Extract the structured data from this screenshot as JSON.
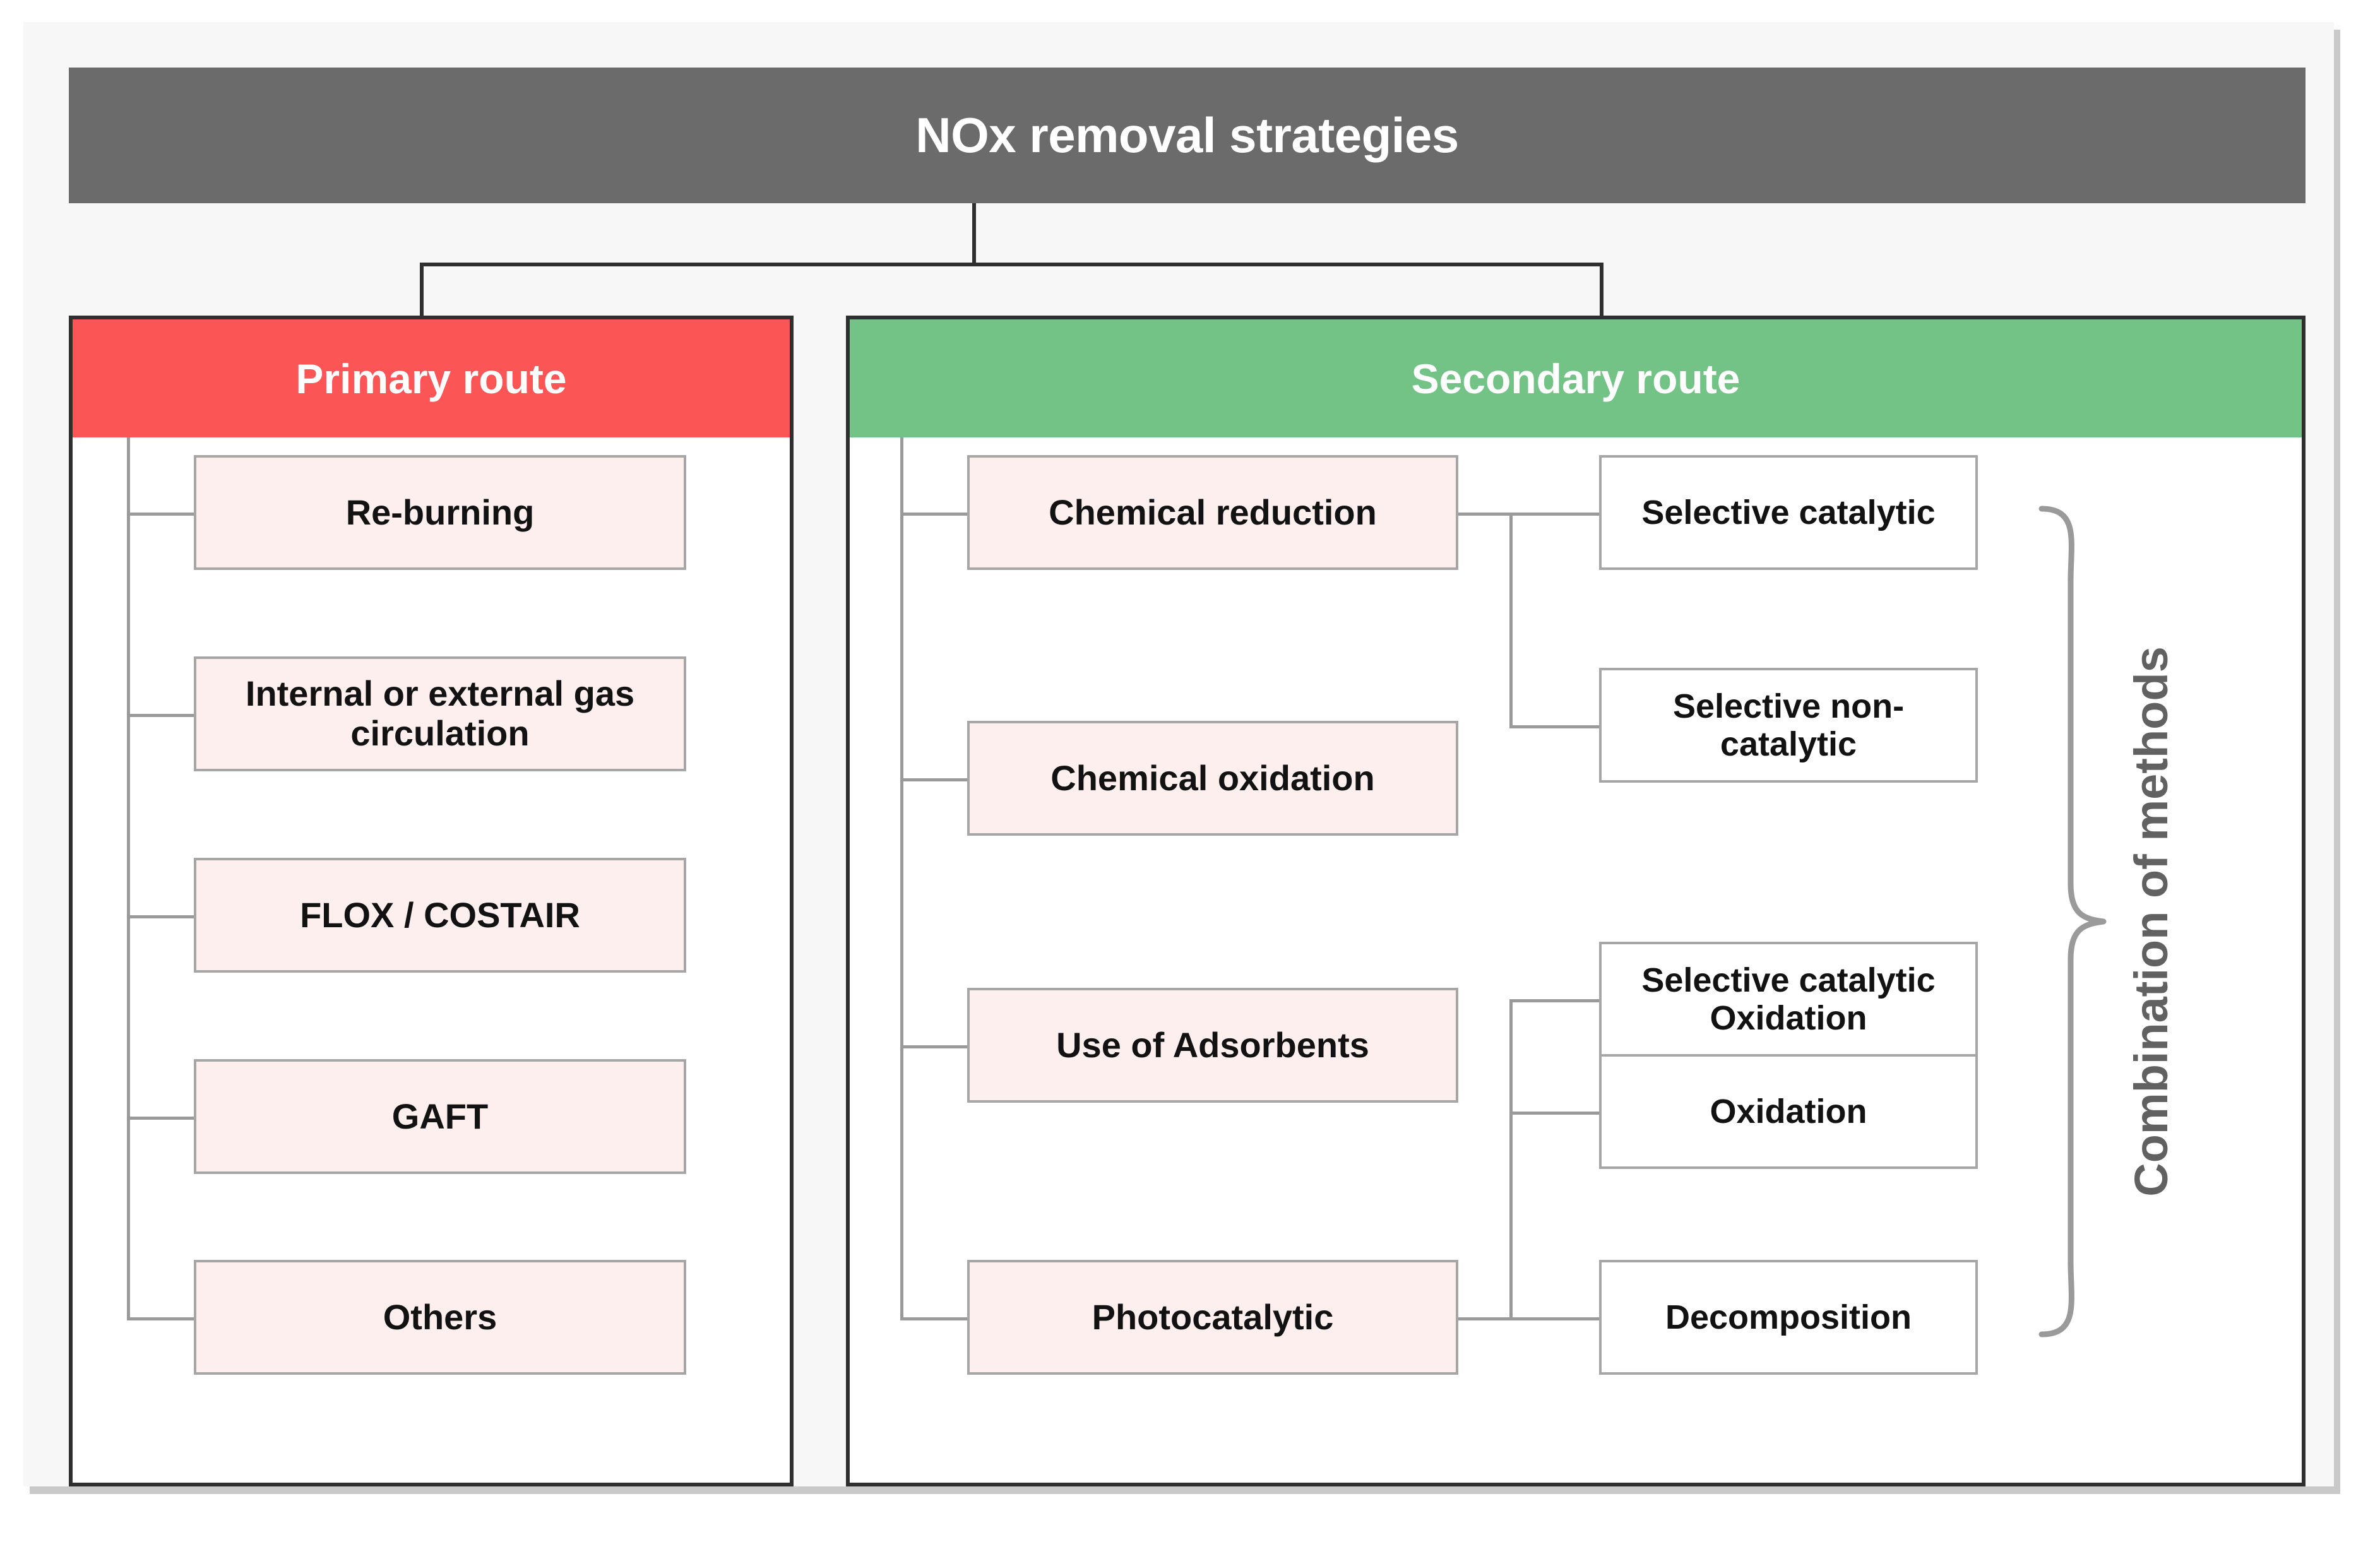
{
  "diagram": {
    "title": "NOx removal strategies",
    "annotation": "Combination of methods",
    "colors": {
      "title_bar": "#6b6b6b",
      "primary_header": "#fb5555",
      "secondary_header": "#74c386",
      "node_pink": "#fcefee",
      "node_white": "#ffffff",
      "connector": "#9a9a9a",
      "panel_border": "#2f2f2f",
      "annotation_text": "#616161",
      "canvas": "#f7f7f7"
    },
    "branches": [
      {
        "key": "primary",
        "header": "Primary route",
        "nodes": [
          {
            "label": "Re-burning"
          },
          {
            "label": "Internal or external gas circulation"
          },
          {
            "label": "FLOX / COSTAIR"
          },
          {
            "label": "GAFT"
          },
          {
            "label": "Others"
          }
        ]
      },
      {
        "key": "secondary",
        "header": "Secondary route",
        "nodes": [
          {
            "label": "Chemical reduction"
          },
          {
            "label": "Chemical oxidation"
          },
          {
            "label": "Use of Adsorbents"
          },
          {
            "label": "Photocatalytic"
          }
        ],
        "leaves": [
          {
            "label": "Selective catalytic"
          },
          {
            "label": "Selective non-catalytic"
          },
          {
            "label": "Selective catalytic Oxidation"
          },
          {
            "label": "Oxidation"
          },
          {
            "label": "Decomposition"
          }
        ]
      }
    ]
  }
}
